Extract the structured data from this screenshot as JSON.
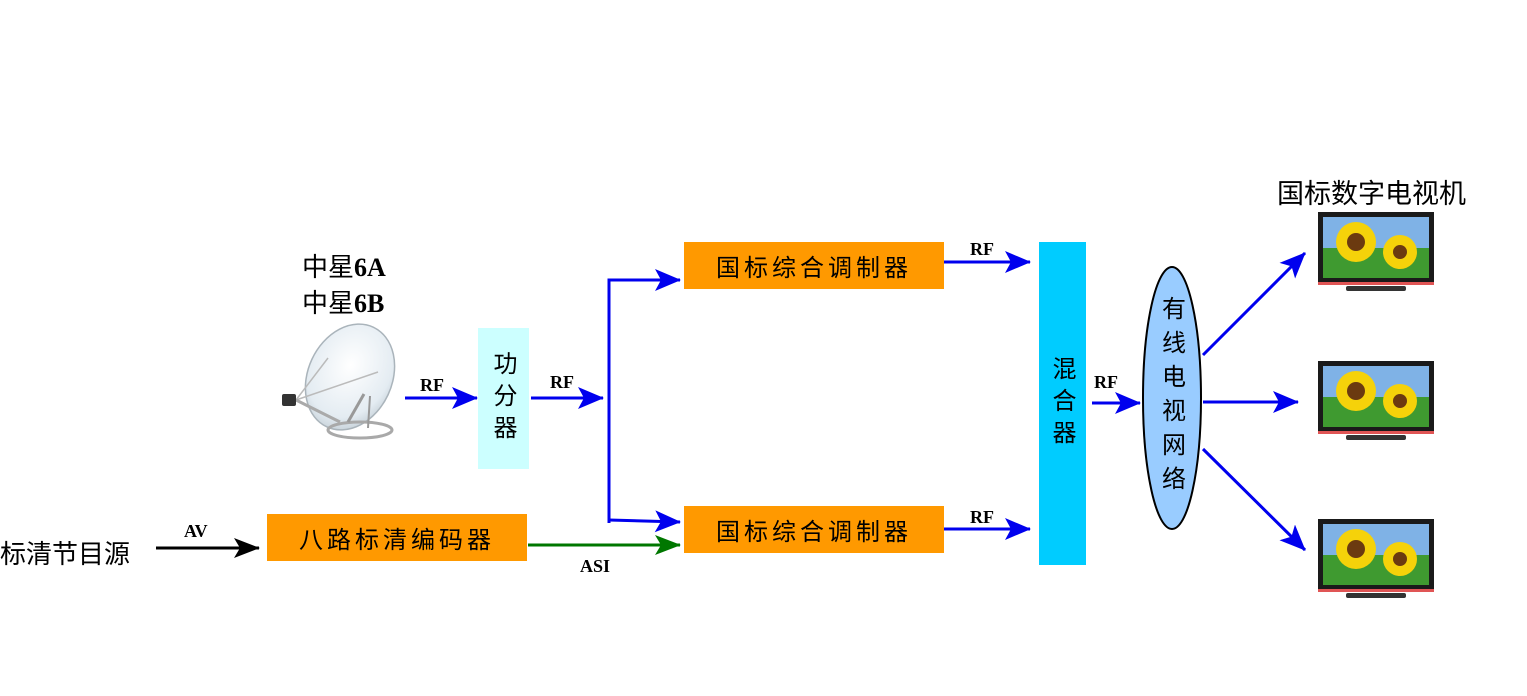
{
  "source": {
    "label": "标清节目源"
  },
  "satellite": {
    "line1_cn": "中星",
    "line1_num": "6A",
    "line2_cn": "中星",
    "line2_num": "6B",
    "icon": "satellite-dish-icon"
  },
  "splitter": {
    "label": "功分器",
    "color": "#ccffff"
  },
  "encoder": {
    "label": "八路标清编码器",
    "color": "#ff9900"
  },
  "modulators": [
    {
      "label": "国标综合调制器",
      "color": "#ff9900"
    },
    {
      "label": "国标综合调制器",
      "color": "#ff9900"
    }
  ],
  "combiner": {
    "label": "混合器",
    "color": "#00ccff"
  },
  "network": {
    "label": "有线电视网络",
    "color": "#99ccff"
  },
  "tvs": {
    "title": "国标数字电视机",
    "count": 3,
    "icon": "tv-sunflower-icon"
  },
  "signals": {
    "av": "AV",
    "asi": "ASI",
    "rf_sat": "RF",
    "rf_split": "RF",
    "rf_mod1": "RF",
    "rf_mod2": "RF",
    "rf_mix": "RF"
  },
  "colors": {
    "rf_line": "#0000ee",
    "asi_line": "#007700",
    "av_line": "#000000"
  }
}
